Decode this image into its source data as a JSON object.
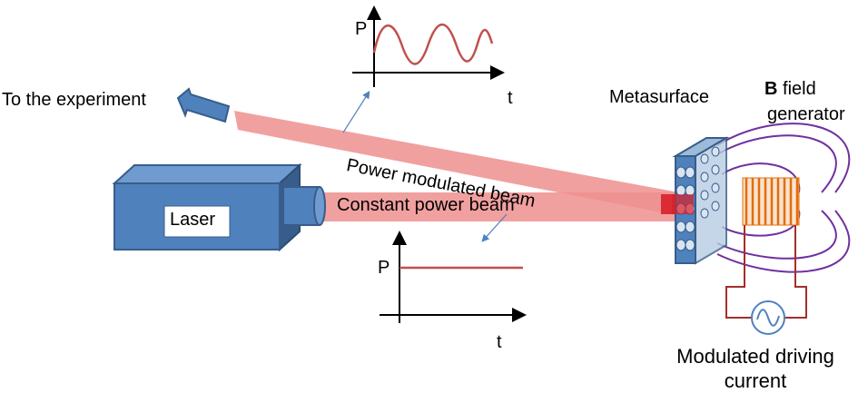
{
  "labels": {
    "to_experiment": "To the experiment",
    "laser": "Laser",
    "power_modulated_beam": "Power modulated beam",
    "constant_power_beam": "Constant power beam",
    "metasurface": "Metasurface",
    "b_field_bold": "B",
    "b_field_rest": " field",
    "b_field_line2": "generator",
    "modulated_line1": "Modulated driving",
    "modulated_line2": "current"
  },
  "plot_top": {
    "y_label": "P",
    "x_label": "t",
    "signal": "sinusoidal"
  },
  "plot_bottom": {
    "y_label": "P",
    "x_label": "t",
    "signal": "constant"
  },
  "colors": {
    "beam": "#ee8f8f",
    "beam_core": "#d8202a",
    "laser_body": "#4f81bd",
    "laser_edge": "#385d8a",
    "signal": "#c0504d",
    "field_lines": "#7030a0",
    "coil": "#e46c0a",
    "wire": "#a0302a",
    "pointer": "#4f81bd"
  },
  "icons": [
    "arrow-left-icon",
    "ac-source-icon"
  ]
}
